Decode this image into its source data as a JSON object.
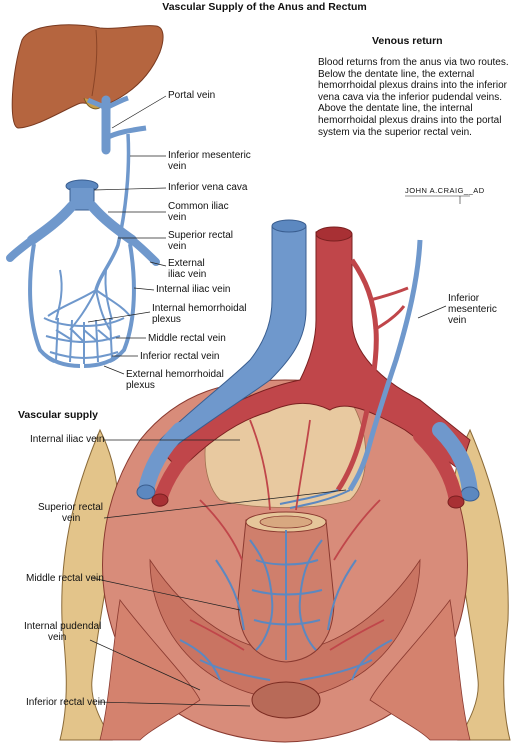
{
  "title": "Vascular Supply of the Anus and Rectum",
  "venous_return": {
    "heading": "Venous return",
    "text": "Blood returns from the anus via two routes. Below the dentate line, the external hemorrhoidal plexus drains into the inferior vena cava via the inferior pudendal veins. Above the dentate line, the internal hemorrhoidal plexus drains into the portal system via the superior rectal vein."
  },
  "signature": "JOHN A.CRAIG__AD",
  "schematic_labels": {
    "portal_vein": "Portal vein",
    "inferior_mesenteric_1": "Inferior mesenteric",
    "inferior_mesenteric_2": "vein",
    "ivc": "Inferior vena cava",
    "common_iliac_1": "Common iliac",
    "common_iliac_2": "vein",
    "superior_rectal_1": "Superior rectal",
    "superior_rectal_2": "vein",
    "external_iliac_1": "External",
    "external_iliac_2": "iliac vein",
    "internal_iliac": "Internal iliac vein",
    "internal_hemorrhoidal_1": "Internal hemorrhoidal",
    "internal_hemorrhoidal_2": "plexus",
    "middle_rectal": "Middle rectal vein",
    "inferior_rectal": "Inferior rectal vein",
    "external_hemorrhoidal_1": "External hemorrhoidal",
    "external_hemorrhoidal_2": "plexus"
  },
  "vascular_supply": {
    "heading": "Vascular supply",
    "internal_iliac": "Internal iliac vein",
    "superior_rectal_1": "Superior rectal",
    "superior_rectal_2": "vein",
    "middle_rectal": "Middle rectal vein",
    "internal_pudendal_1": "Internal pudendal",
    "internal_pudendal_2": "vein",
    "inferior_rectal": "Inferior rectal vein",
    "inferior_mesenteric_1": "Inferior",
    "inferior_mesenteric_2": "mesenteric",
    "inferior_mesenteric_3": "vein"
  },
  "colors": {
    "vein_blue": "#6f98cc",
    "artery_red": "#c0464a",
    "liver_brown": "#b5653f",
    "muscle_pink": "#d88c7a",
    "bone_tan": "#e3c48a"
  }
}
